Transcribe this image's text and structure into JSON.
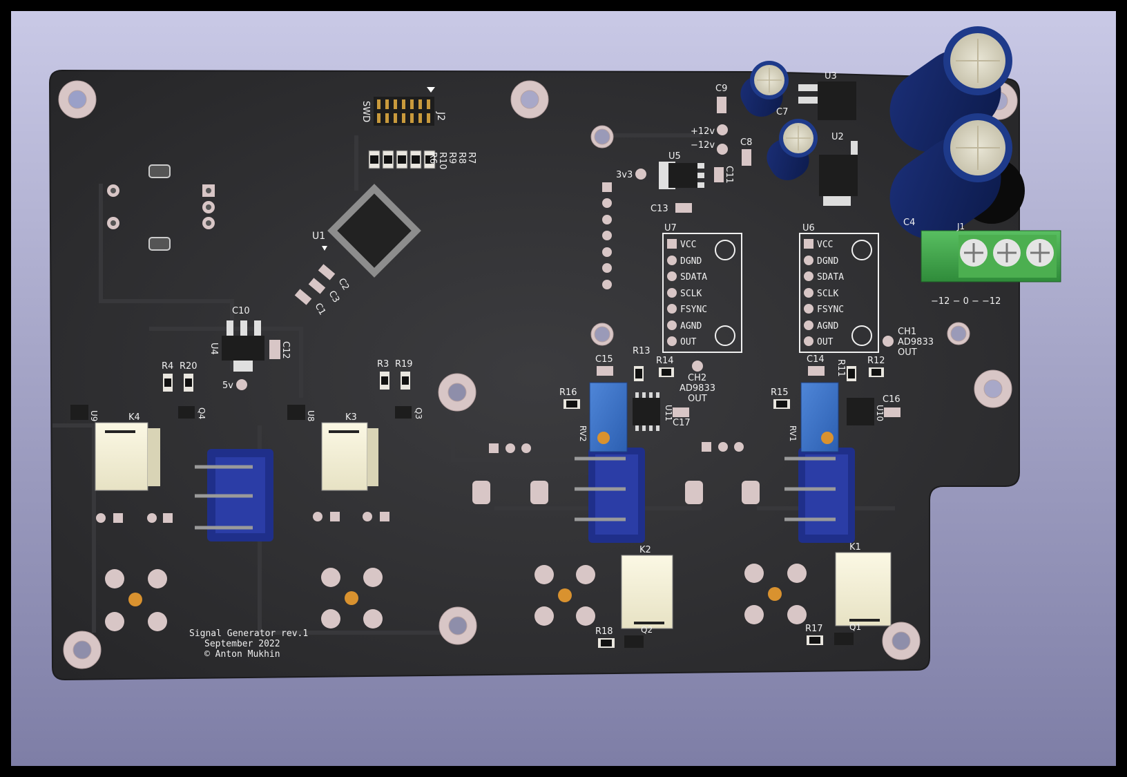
{
  "viewer": {
    "background_top": "#c9c9e6",
    "background_bottom": "#7e7ea6",
    "board_color": "#2e2e31",
    "silkscreen_color": "#f0f0f0"
  },
  "board": {
    "credits": {
      "line1": "Signal Generator rev.1",
      "line2": "September 2022",
      "line3": "© Anton Mukhin"
    },
    "swd": {
      "connector": "J2",
      "label": "SWD"
    },
    "test_points": {
      "v12p": "+12v",
      "v12n": "−12v",
      "v3v3": "3v3",
      "v5": "5v"
    },
    "outputs": {
      "ch1": {
        "line1": "CH1",
        "line2": "AD9833",
        "line3": "OUT"
      },
      "ch2": {
        "line1": "CH2",
        "line2": "AD9833",
        "line3": "OUT"
      }
    },
    "power_connector": {
      "ref": "J1",
      "label": "−12 − 0 − −12"
    },
    "modules": [
      {
        "ref": "U7",
        "pins": [
          "VCC",
          "DGND",
          "SDATA",
          "SCLK",
          "FSYNC",
          "AGND",
          "OUT"
        ]
      },
      {
        "ref": "U6",
        "pins": [
          "VCC",
          "DGND",
          "SDATA",
          "SCLK",
          "FSYNC",
          "AGND",
          "OUT"
        ]
      }
    ],
    "refs": {
      "u1": "U1",
      "u2": "U2",
      "u3": "U3",
      "u4": "U4",
      "u5": "U5",
      "u8": "U8",
      "u9": "U9",
      "u10": "U10",
      "u11": "U11",
      "c1": "C1",
      "c2": "C2",
      "c3": "C3",
      "c4": "C4",
      "c7": "C7",
      "c8": "C8",
      "c9": "C9",
      "c10": "C10",
      "c11": "C11",
      "c12": "C12",
      "c13": "C13",
      "c14": "C14",
      "c15": "C15",
      "c16": "C16",
      "c17": "C17",
      "r3": "R3",
      "r4": "R4",
      "r6": "R6",
      "r7": "R7",
      "r8": "R8",
      "r9": "R9",
      "r10": "R10",
      "r11": "R11",
      "r12": "R12",
      "r13": "R13",
      "r14": "R14",
      "r15": "R15",
      "r16": "R16",
      "r17": "R17",
      "r18": "R18",
      "r19": "R19",
      "r20": "R20",
      "k1": "K1",
      "k2": "K2",
      "k3": "K3",
      "k4": "K4",
      "q1": "Q1",
      "q2": "Q2",
      "q3": "Q3",
      "q4": "Q4",
      "rv1": "RV1",
      "rv2": "RV2"
    }
  }
}
